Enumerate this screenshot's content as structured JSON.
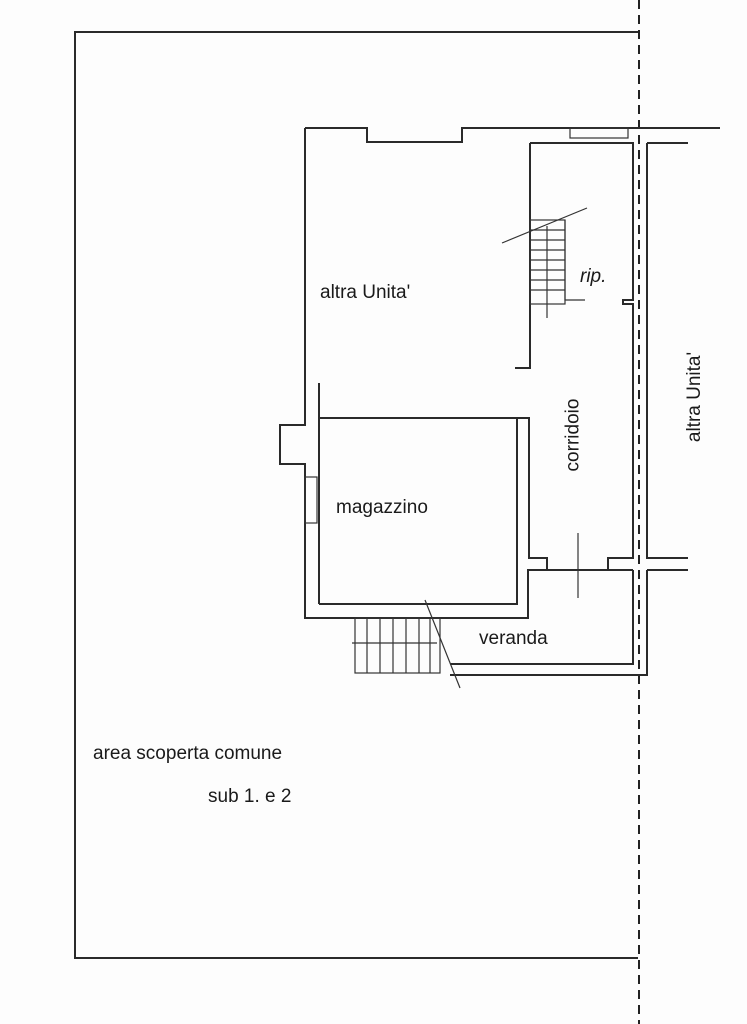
{
  "rooms": {
    "altra_unita_left": "altra Unita'",
    "altra_unita_right": "altra Unita'",
    "rip": "rip.",
    "corridoio": "corridoio",
    "magazzino": "magazzino",
    "veranda": "veranda"
  },
  "area": {
    "line1": "area scoperta comune",
    "line2": "sub 1. e 2"
  }
}
